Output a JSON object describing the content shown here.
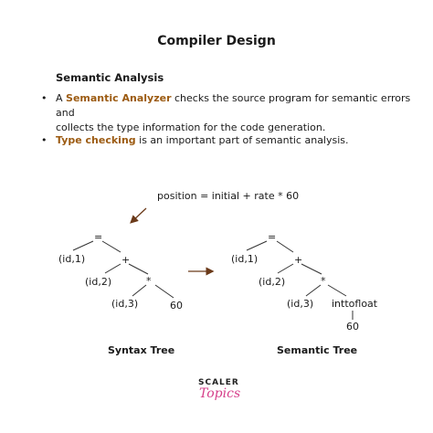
{
  "title": "Compiler Design",
  "section_title": "Semantic Analysis",
  "bullets": [
    {
      "prefix": "A ",
      "highlight": "Semantic Analyzer",
      "text_line1": " checks the source program for semantic errors and",
      "text_line2": "collects the type information for the code generation."
    },
    {
      "prefix": "",
      "highlight": "Type checking",
      "text_line1": " is an important part of semantic analysis.",
      "text_line2": ""
    }
  ],
  "expression": "position = initial + rate * 60",
  "syntax_tree": {
    "nodes": [
      "=",
      "(id,1)",
      "+",
      "(id,2)",
      "*",
      "(id,3)",
      "60"
    ],
    "caption": "Syntax Tree"
  },
  "semantic_tree": {
    "nodes": [
      "=",
      "(id,1)",
      "+",
      "(id,2)",
      "*",
      "(id,3)",
      "inttofloat",
      "60"
    ],
    "caption": "Semantic Tree"
  },
  "logo": {
    "top": "SCALER",
    "bottom": "Topics"
  },
  "colors": {
    "highlight": "#9c5b12",
    "arrow": "#6b3a1a",
    "logo_accent": "#d63e8a"
  }
}
